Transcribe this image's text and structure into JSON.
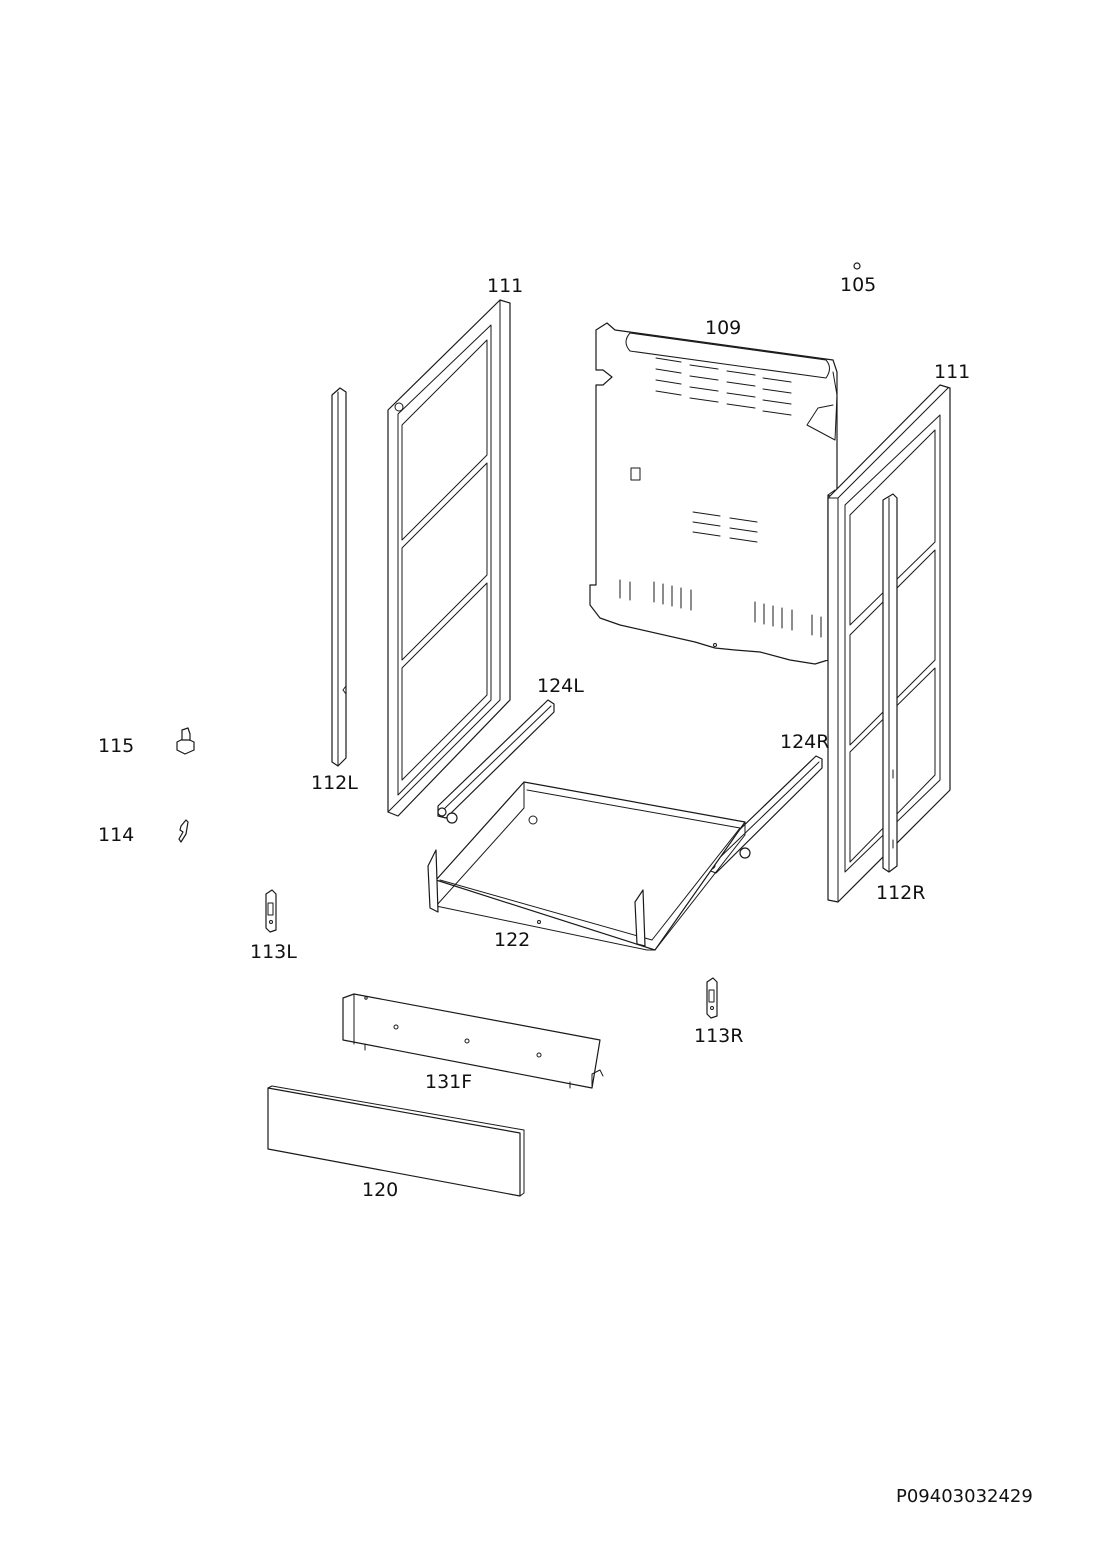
{
  "document_id": "P09403032429",
  "callouts": {
    "c105": "105",
    "c109": "109",
    "c111_left": "111",
    "c111_right": "111",
    "c112L": "112L",
    "c112R": "112R",
    "c113L": "113L",
    "c113R": "113R",
    "c114": "114",
    "c115": "115",
    "c120": "120",
    "c122": "122",
    "c124L": "124L",
    "c124R": "124R",
    "c131F": "131F"
  }
}
